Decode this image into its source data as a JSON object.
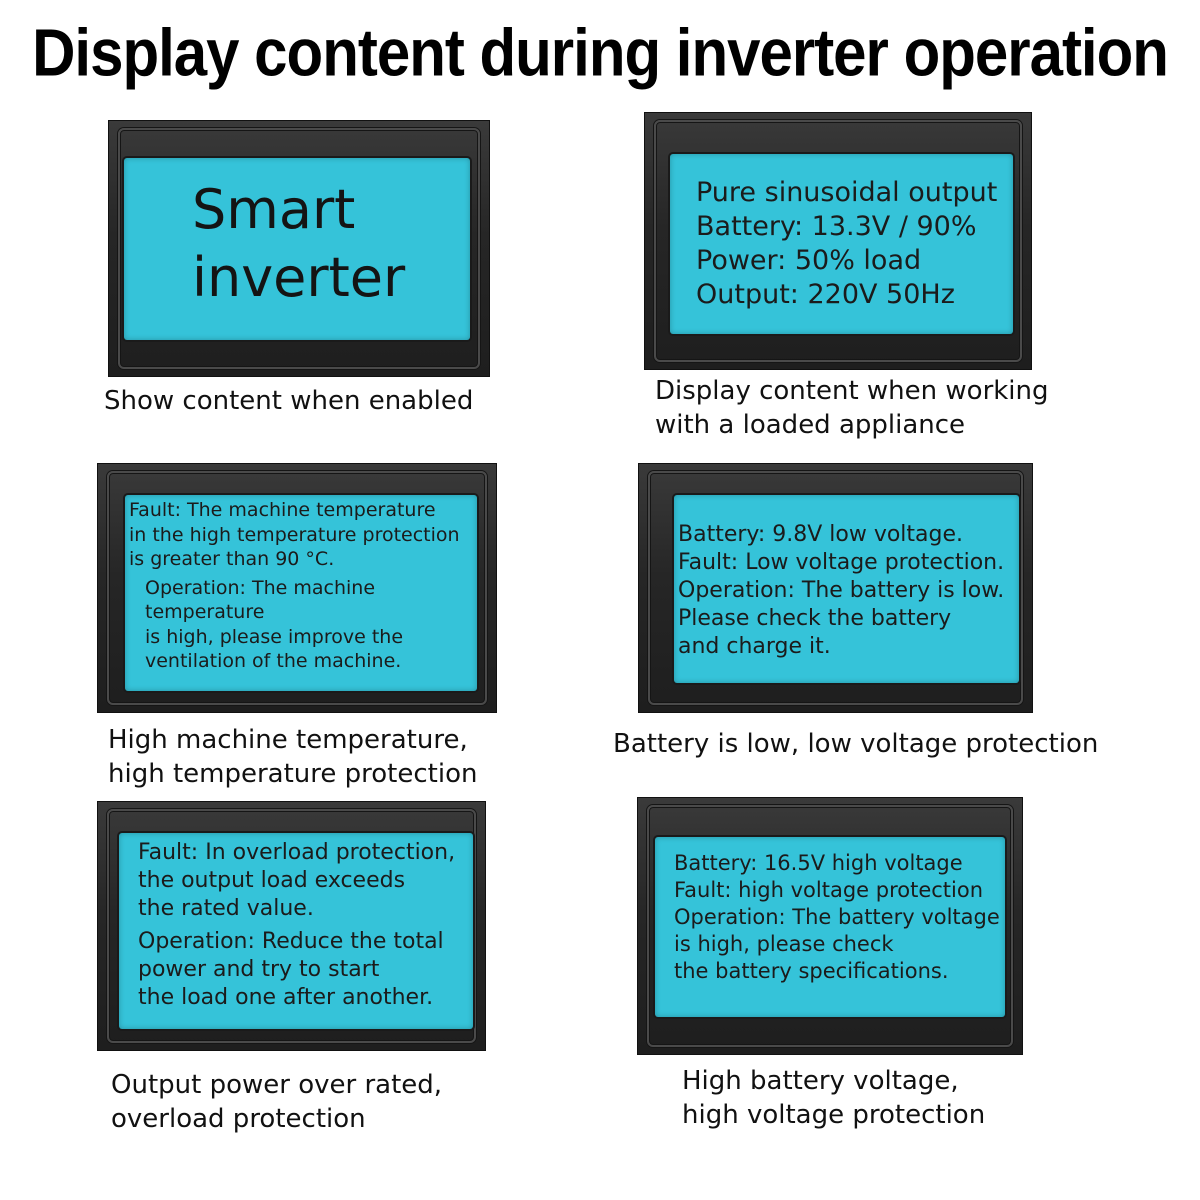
{
  "title": "Display content during inverter operation",
  "panels": [
    {
      "screen_lines": [
        "Smart",
        "inverter"
      ],
      "caption_lines": [
        "Show content when enabled"
      ]
    },
    {
      "screen_lines": [
        "Pure sinusoidal output",
        "Battery: 13.3V / 90%",
        "Power: 50% load",
        "Output: 220V 50Hz"
      ],
      "caption_lines": [
        "Display content when working",
        "with a loaded appliance"
      ]
    },
    {
      "screen_lines": [
        "Fault: The machine temperature",
        "in the high temperature protection",
        "is greater than 90 °C.",
        "Operation: The machine",
        "temperature",
        "is high, please improve the",
        "ventilation of the machine."
      ],
      "caption_lines": [
        "High machine temperature,",
        "high temperature protection"
      ]
    },
    {
      "screen_lines": [
        "Battery: 9.8V low voltage.",
        "Fault: Low voltage protection.",
        "Operation: The battery is low.",
        "Please check the battery",
        "and charge it."
      ],
      "caption_lines": [
        "Battery is low, low voltage protection"
      ]
    },
    {
      "screen_lines": [
        "Fault: In overload protection,",
        "the output load exceeds",
        "the rated value.",
        "Operation: Reduce the total",
        "power and try to start",
        "the load one after another."
      ],
      "caption_lines": [
        "Output power over rated,",
        "overload protection"
      ]
    },
    {
      "screen_lines": [
        "Battery: 16.5V high voltage",
        "Fault: high voltage protection",
        "Operation: The battery voltage",
        "is high, please check",
        "the battery specifications."
      ],
      "caption_lines": [
        "High battery voltage,",
        "high voltage protection"
      ]
    }
  ],
  "colors": {
    "screen": "#35c3d9",
    "bezel": "#2a2a2a",
    "text": "#1b1b1b"
  }
}
